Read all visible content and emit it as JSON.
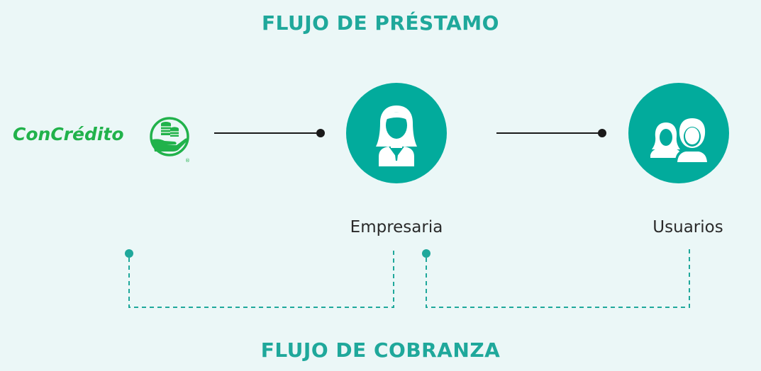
{
  "titles": {
    "top": "FLUJO DE PRÉSTAMO",
    "bottom": "FLUJO DE COBRANZA"
  },
  "logo": {
    "text": "ConCrédito",
    "icon": "coins-in-hand-icon",
    "color": "#21b24b"
  },
  "nodes": [
    {
      "label": "Empresaria",
      "icon": "businesswoman-icon"
    },
    {
      "label": "Usuarios",
      "icon": "users-icon"
    }
  ],
  "colors": {
    "background": "#ebf7f7",
    "accent": "#02ab9c",
    "title": "#1fa89b",
    "connector": "#1a1a1a",
    "dashed_flow": "#1fa89b"
  }
}
